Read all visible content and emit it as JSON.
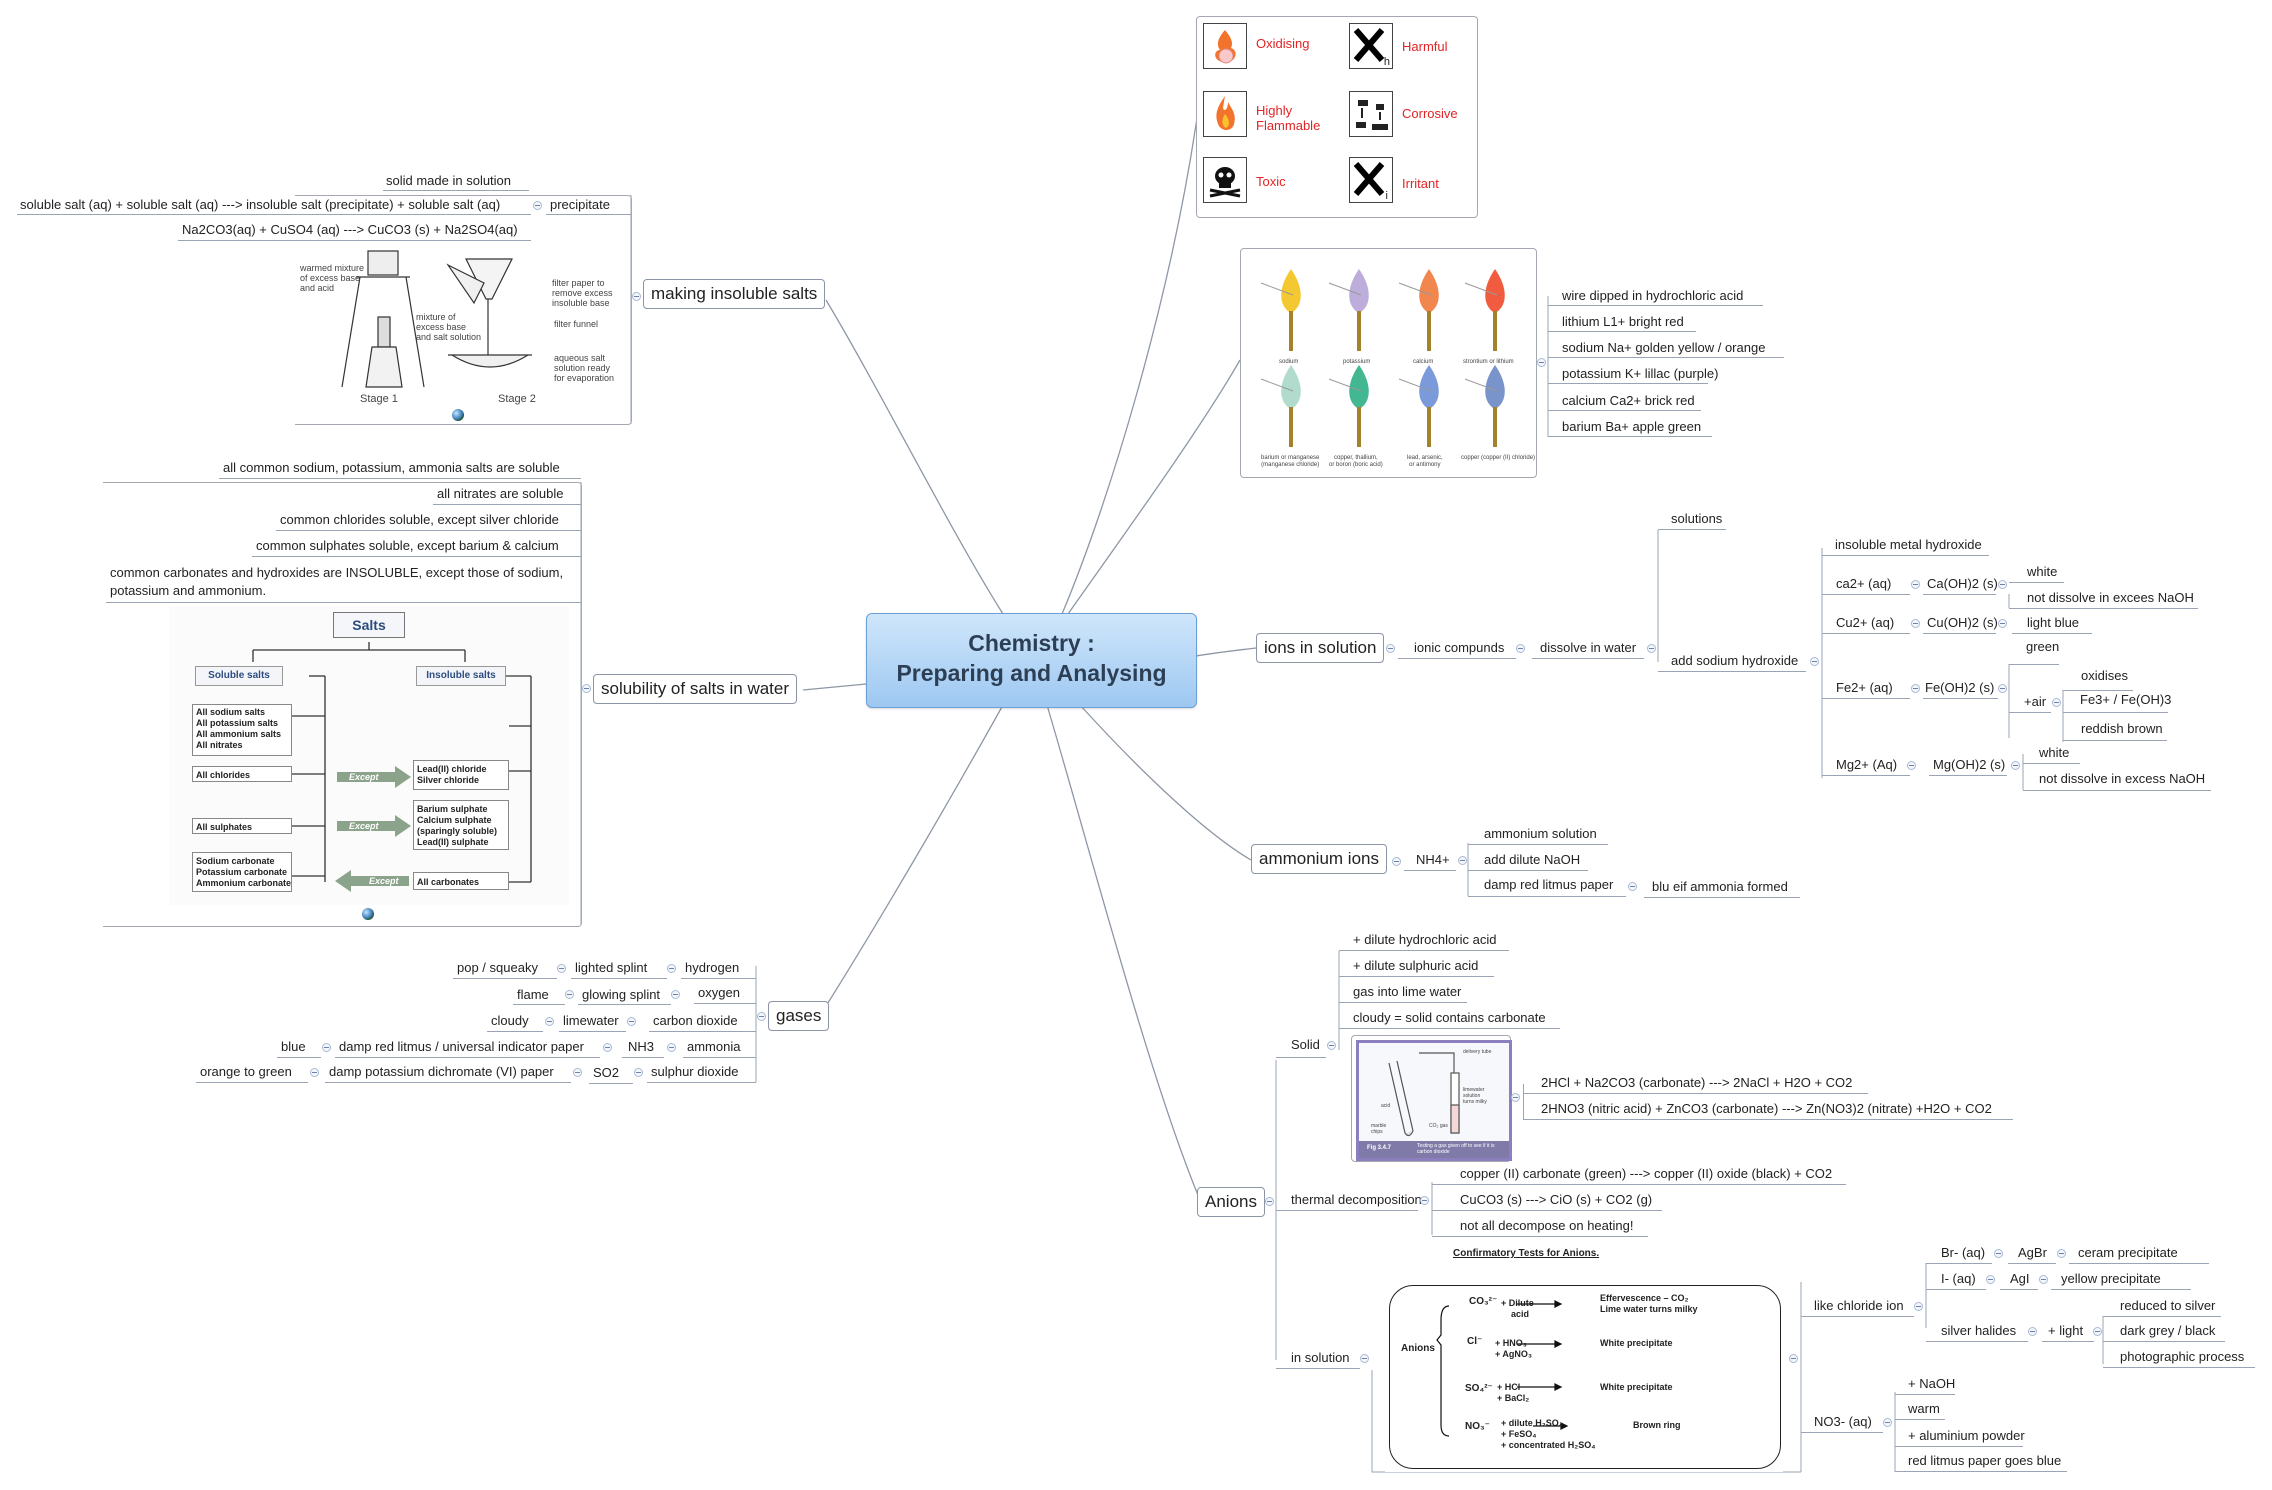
{
  "central": {
    "line1": "Chemistry :",
    "line2": "Preparing and Analysing"
  },
  "branches": {
    "insoluble": "making insoluble salts",
    "solubility": "solubility of salts in water",
    "gases": "gases",
    "ions": "ions in solution",
    "ammonium": "ammonium ions",
    "anions": "Anions"
  },
  "insoluble": {
    "solid_made": "solid made in solution",
    "general_eq": "soluble salt (aq) + soluble salt (aq) ---> insoluble salt (precipitate) + soluble salt (aq)",
    "precipitate": "precipitate",
    "example_eq": "Na2CO3(aq) + CuSO4 (aq) ---> CuCO3 (s) + Na2SO4(aq)",
    "figure": {
      "warmed": [
        "warmed mixture",
        "of excess base",
        "and acid"
      ],
      "mixture": [
        "mixture of",
        "excess base",
        "and salt solution"
      ],
      "filter_paper": [
        "filter paper to",
        "remove excess",
        "insoluble base"
      ],
      "funnel": "filter funnel",
      "aqueous": [
        "aqueous salt",
        "solution ready",
        "for evaporation"
      ],
      "stage1": "Stage 1",
      "stage2": "Stage 2"
    }
  },
  "solubility": {
    "rules": [
      "all common sodium, potassium, ammonia salts are soluble",
      "all nitrates are soluble",
      "common chlorides soluble, except silver chloride",
      "common sulphates soluble, except barium & calcium"
    ],
    "rule5_line1": "common carbonates and hydroxides are INSOLUBLE, except those of sodium,",
    "rule5_line2": "potassium and ammonium.",
    "figure": {
      "title": "Salts",
      "soluble": "Soluble salts",
      "insoluble": "Insoluble salts",
      "sol_list": [
        "All sodium salts",
        "All potassium salts",
        "All ammonium salts",
        "All nitrates"
      ],
      "chlorides": "All chlorides",
      "sulphates": "All sulphates",
      "carbonates_sol": [
        "Sodium carbonate",
        "Potassium carbonate",
        "Ammonium carbonate"
      ],
      "chl_insol": [
        "Lead(II) chloride",
        "Silver chloride"
      ],
      "sul_insol": [
        "Barium sulphate",
        "Calcium sulphate",
        "(sparingly soluble)",
        "Lead(II) sulphate"
      ],
      "carb_insol": "All carbonates",
      "except": "Except"
    }
  },
  "gases": {
    "rows": [
      {
        "result": "pop / squeaky",
        "test": "lighted splint",
        "gas": "hydrogen"
      },
      {
        "result": "flame",
        "test": "glowing splint",
        "gas": "oxygen"
      },
      {
        "result": "cloudy",
        "test": "limewater",
        "gas": "carbon dioxide"
      },
      {
        "result": "blue",
        "test": "damp red litmus / universal indicator paper",
        "formula": "NH3",
        "gas": "ammonia"
      },
      {
        "result": "orange to green",
        "test": "damp potassium dichromate (VI) paper",
        "formula": "SO2",
        "gas": "sulphur dioxide"
      }
    ]
  },
  "hazards": {
    "items": [
      {
        "label": "Oxidising",
        "icon": "oxidising-icon"
      },
      {
        "label": "Harmful",
        "icon": "harmful-icon"
      },
      {
        "label": "Highly Flammable",
        "label1": "Highly",
        "label2": "Flammable",
        "icon": "flammable-icon"
      },
      {
        "label": "Corrosive",
        "icon": "corrosive-icon"
      },
      {
        "label": "Toxic",
        "icon": "toxic-icon"
      },
      {
        "label": "Irritant",
        "icon": "irritant-icon"
      }
    ],
    "harmful_letter": "h",
    "irritant_letter": "i",
    "color": "#e12424"
  },
  "flame": {
    "tests": [
      "wire dipped in hydrochloric acid",
      "lithium L1+ bright red",
      "sodium Na+ golden yellow / orange",
      "potassium K+ lillac (purple)",
      "calcium Ca2+ brick red",
      "barium Ba+ apple green"
    ],
    "captions": [
      "sodium",
      "potassium",
      "calcium",
      "strontium or lithium",
      [
        "barium or manganese",
        "(manganese chloride)"
      ],
      [
        "copper, thallium,",
        "or boron (boric acid)"
      ],
      [
        "lead, arsenic,",
        "or antimony"
      ],
      "copper (copper (II) chloride)"
    ],
    "colors": [
      "#f3c21a",
      "#b6a4d6",
      "#f07a3c",
      "#f04a2c",
      "#a8d8c8",
      "#2fae86",
      "#6b8fd6",
      "#6a88c4"
    ]
  },
  "ions": {
    "ionic": "ionic compunds",
    "dissolve": "dissolve in water",
    "solutions": "solutions",
    "add_naoh": "add sodium hydroxide",
    "insoluble_hydroxide": "insoluble metal hydroxide",
    "ca_ion": "ca2+ (aq)",
    "ca_hyd": "Ca(OH)2 (s)",
    "white": "white",
    "not_dissolve": "not dissolve in excees NaOH",
    "cu_ion": "Cu2+ (aq)",
    "cu_hyd": "Cu(OH)2 (s)",
    "light_blue": "light blue",
    "fe_ion": "Fe2+ (aq)",
    "fe_hyd": "Fe(OH)2 (s)",
    "green": "green",
    "air": "+air",
    "oxidises": "oxidises",
    "fe3": "Fe3+ / Fe(OH)3",
    "reddish": "reddish brown",
    "mg_ion": "Mg2+ (Aq)",
    "mg_hyd": "Mg(OH)2 (s)",
    "white2": "white",
    "not_dissolve2": "not dissolve in excess NaOH"
  },
  "ammonium": {
    "nh4": "NH4+",
    "solution": "ammonium solution",
    "add": "add dilute NaOH",
    "damp": "damp red litmus paper",
    "result": "blu eif ammonia formed"
  },
  "anions": {
    "solid": "Solid",
    "solid_items": [
      "+ dilute hydrochloric acid",
      "+ dilute sulphuric acid",
      "gas into lime water",
      "cloudy = solid contains carbonate"
    ],
    "eq1": "2HCl + Na2CO3 (carbonate) ---> 2NaCl + H2O + CO2",
    "eq2": "2HNO3 (nitric acid) + ZnCO3 (carbonate) ---> Zn(NO3)2 (nitrate) +H2O + CO2",
    "thermal": "thermal decomposition",
    "thermal_items": [
      "copper (II) carbonate (green) ---> copper (II) oxide (black) + CO2",
      "CuCO3 (s) ---> CiO (s)  + CO2 (g)",
      "not all decompose on heating!"
    ],
    "in_solution": "in solution",
    "like_chloride": "like chloride ion",
    "br": "Br- (aq)",
    "agbr": "AgBr",
    "cream": "ceram precipitate",
    "i": "I- (aq)",
    "agi": "AgI",
    "yellow": "yellow precipitate",
    "silver_halides": "silver halides",
    "light": "+ light",
    "reduced": "reduced to silver",
    "dark": "dark grey / black",
    "photo": "photographic process",
    "no3": "NO3- (aq)",
    "no3_items": [
      "+ NaOH",
      "warm",
      "+ aluminium powder",
      "red litmus paper goes blue"
    ],
    "figure": {
      "delivery": "delivery tube",
      "limewater": [
        "limewater",
        "solution",
        "turns milky"
      ],
      "acid": "acid",
      "marble": [
        "marble",
        "chips"
      ],
      "co2": "CO₂ gas",
      "figno": "Fig 3.4.7",
      "caption": [
        "Testing a gas given off to see if it is",
        "carbon dioxide"
      ]
    },
    "conf": {
      "title": "Confirmatory Tests for Anions.",
      "anions": "Anions",
      "co3": "CO₃²⁻",
      "co3_r1": "+ Dilute",
      "co3_r2": "acid",
      "co3_o1": "Effervescence – CO₂",
      "co3_o2": "Lime water turns milky",
      "cl": "Cl⁻",
      "cl_r1": "+ HNO₃",
      "cl_r2": "+ AgNO₃",
      "cl_o": "White precipitate",
      "so4": "SO₄²⁻",
      "so4_r1": "+ HCl",
      "so4_r2": "+ BaCl₂",
      "so4_o": "White precipitate",
      "no3": "NO₃⁻",
      "no3_r1": "+ dilute H₂SO₄",
      "no3_r2": "+ FeSO₄",
      "no3_r3": "+ concentrated H₂SO₄",
      "no3_o": "Brown ring"
    }
  }
}
